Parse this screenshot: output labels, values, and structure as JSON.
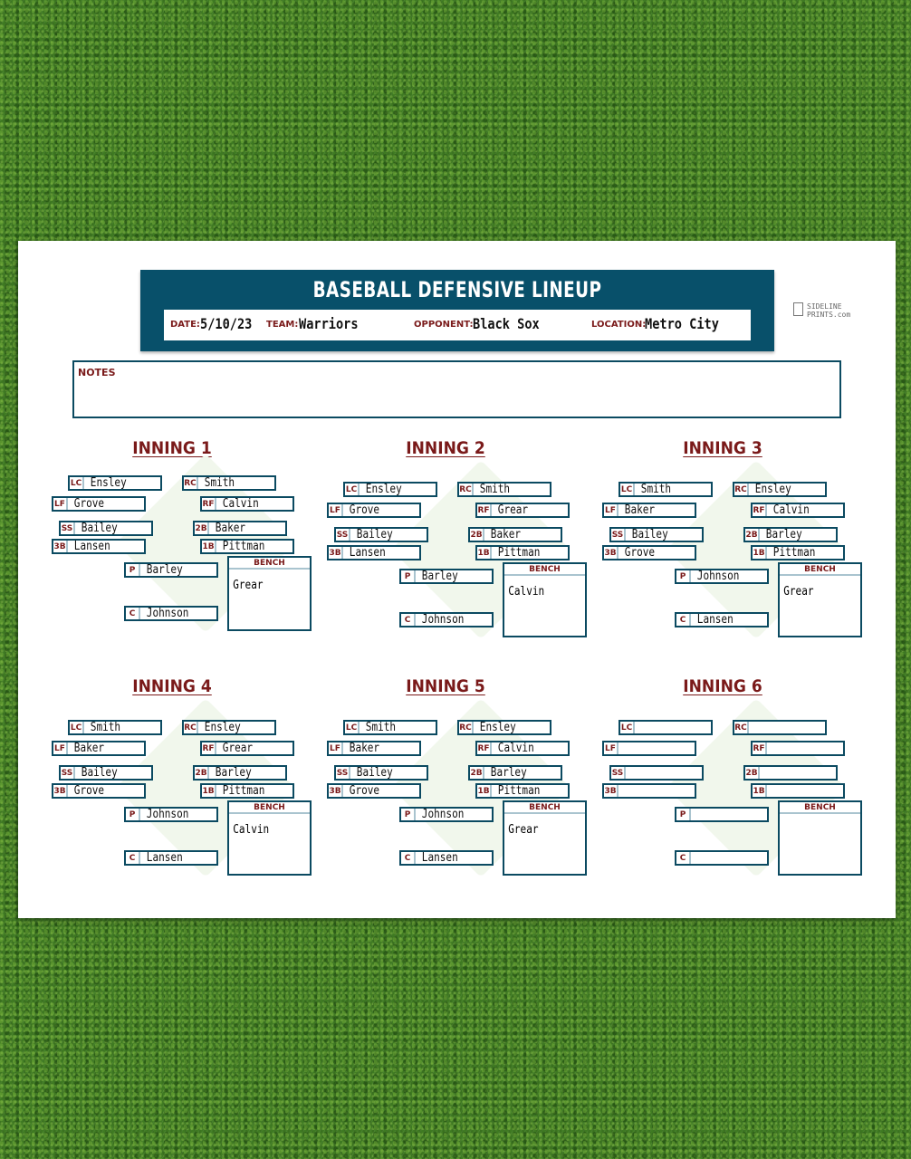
{
  "title": "BASEBALL DEFENSIVE LINEUP",
  "info": {
    "date_label": "DATE:",
    "date": "5/10/23",
    "team_label": "TEAM:",
    "team": "Warriors",
    "opponent_label": "OPPONENT:",
    "opponent": "Black Sox",
    "location_label": "LOCATION:",
    "location": "Metro City"
  },
  "logo": {
    "line1": "SIDELINE",
    "line2": "PRINTS.com"
  },
  "notes_label": "NOTES",
  "bench_label": "BENCH",
  "positions": [
    "LC",
    "RC",
    "LF",
    "RF",
    "SS",
    "2B",
    "3B",
    "1B",
    "P",
    "C"
  ],
  "innings": [
    {
      "title": "INNING 1",
      "players": [
        "Ensley",
        "Smith",
        "Grove",
        "Calvin",
        "Bailey",
        "Baker",
        "Lansen",
        "Pittman",
        "Barley",
        "Johnson"
      ],
      "bench": "Grear"
    },
    {
      "title": "INNING 2",
      "players": [
        "Ensley",
        "Smith",
        "Grove",
        "Grear",
        "Bailey",
        "Baker",
        "Lansen",
        "Pittman",
        "Barley",
        "Johnson"
      ],
      "bench": "Calvin"
    },
    {
      "title": "INNING 3",
      "players": [
        "Smith",
        "Ensley",
        "Baker",
        "Calvin",
        "Bailey",
        "Barley",
        "Grove",
        "Pittman",
        "Johnson",
        "Lansen"
      ],
      "bench": "Grear"
    },
    {
      "title": "INNING 4",
      "players": [
        "Smith",
        "Ensley",
        "Baker",
        "Grear",
        "Bailey",
        "Barley",
        "Grove",
        "Pittman",
        "Johnson",
        "Lansen"
      ],
      "bench": "Calvin"
    },
    {
      "title": "INNING 5",
      "players": [
        "Smith",
        "Ensley",
        "Baker",
        "Calvin",
        "Bailey",
        "Barley",
        "Grove",
        "Pittman",
        "Johnson",
        "Lansen"
      ],
      "bench": "Grear"
    },
    {
      "title": "INNING 6",
      "players": [
        "",
        "",
        "",
        "",
        "",
        "",
        "",
        "",
        "",
        ""
      ],
      "bench": ""
    }
  ]
}
